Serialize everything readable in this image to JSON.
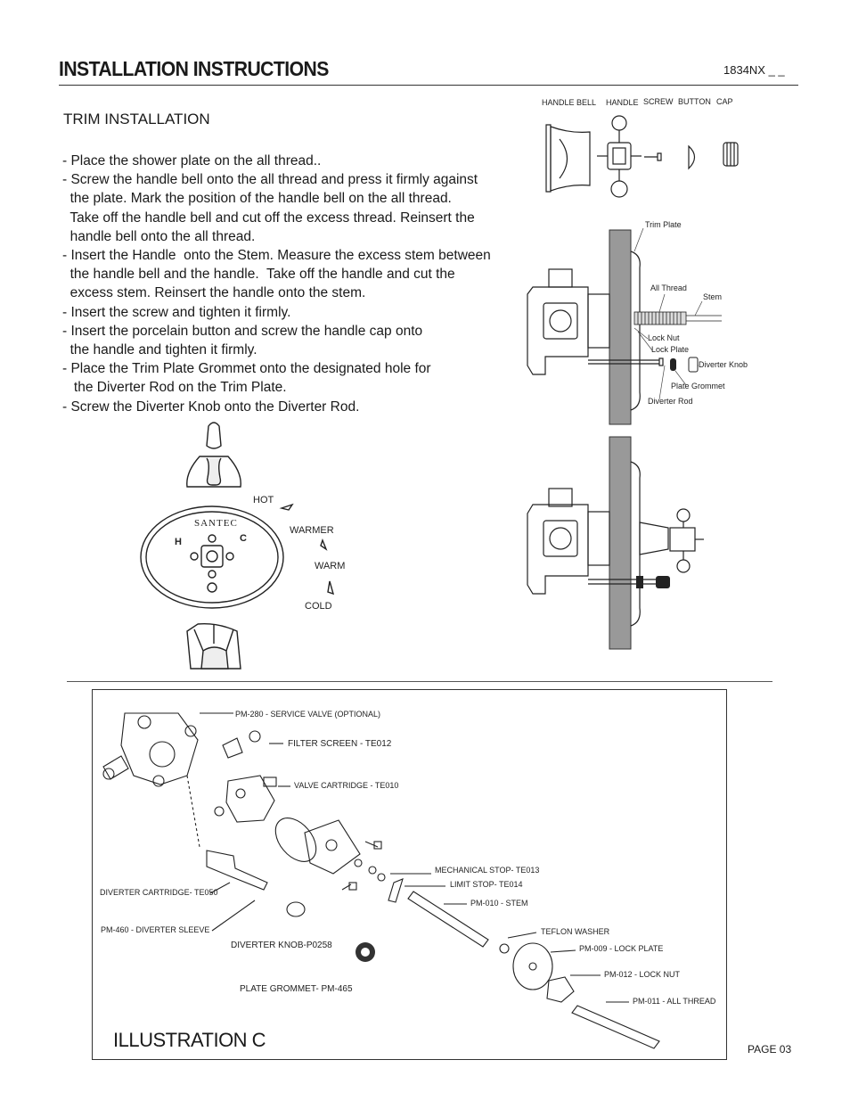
{
  "header": {
    "title": "INSTALLATION INSTRUCTIONS",
    "model": "1834NX _ _"
  },
  "trim": {
    "section_title": "TRIM INSTALLATION",
    "steps": [
      "- Place the shower plate on the all thread..",
      "- Screw the handle bell onto the all thread and press it firmly against",
      "  the plate. Mark the position of the handle bell on the all thread.",
      "  Take off the handle bell and cut off the excess thread. Reinsert the",
      "  handle bell onto the all thread.",
      "- Insert the Handle  onto the Stem. Measure the excess stem between",
      "  the handle bell and the handle.  Take off the handle and cut the",
      "  excess stem. Reinsert the handle onto the stem.",
      "- Insert the screw and tighten it firmly.",
      "- Insert the porcelain button and screw the handle cap onto",
      "  the handle and tighten it firmly.",
      "- Place the Trim Plate Grommet onto the designated hole for",
      "   the Diverter Rod on the Trim Plate.",
      "- Screw the Diverter Knob onto the Diverter Rod."
    ]
  },
  "parts_row": {
    "handle_bell": "HANDLE BELL",
    "handle": "HANDLE",
    "screw": "SCREW",
    "button": "BUTTON",
    "cap": "CAP"
  },
  "section_view": {
    "trim_plate": "Trim Plate",
    "all_thread": "All Thread",
    "stem": "Stem",
    "lock_nut": "Lock Nut",
    "lock_plate": "Lock Plate",
    "diverter_knob": "Diverter Knob",
    "plate_grommet": "Plate Grommet",
    "diverter_rod": "Diverter Rod"
  },
  "temperature": {
    "brand": "SANTEC",
    "h": "H",
    "c": "C",
    "hot": "HOT",
    "warmer": "WARMER",
    "warm": "WARM",
    "cold": "COLD"
  },
  "illustration": {
    "title": "ILLUSTRATION C",
    "parts": {
      "service_valve": "PM-280 - SERVICE VALVE (OPTIONAL)",
      "filter_screen": "FILTER SCREEN - TE012",
      "valve_cartridge": "VALVE CARTRIDGE -  TE010",
      "mechanical_stop": "MECHANICAL STOP- TE013",
      "limit_stop": "LIMIT STOP- TE014",
      "stem": "PM-010 - STEM",
      "diverter_cartridge": "DIVERTER CARTRIDGE- TE050",
      "diverter_sleeve": "PM-460 - DIVERTER SLEEVE",
      "diverter_knob": "DIVERTER KNOB-P0258",
      "teflon_washer": "TEFLON WASHER",
      "lock_plate": "PM-009 - LOCK PLATE",
      "lock_nut": "PM-012 - LOCK NUT",
      "plate_grommet": "PLATE GROMMET- PM-465",
      "all_thread": "PM-011 - ALL THREAD"
    }
  },
  "footer": {
    "page": "PAGE 03"
  }
}
